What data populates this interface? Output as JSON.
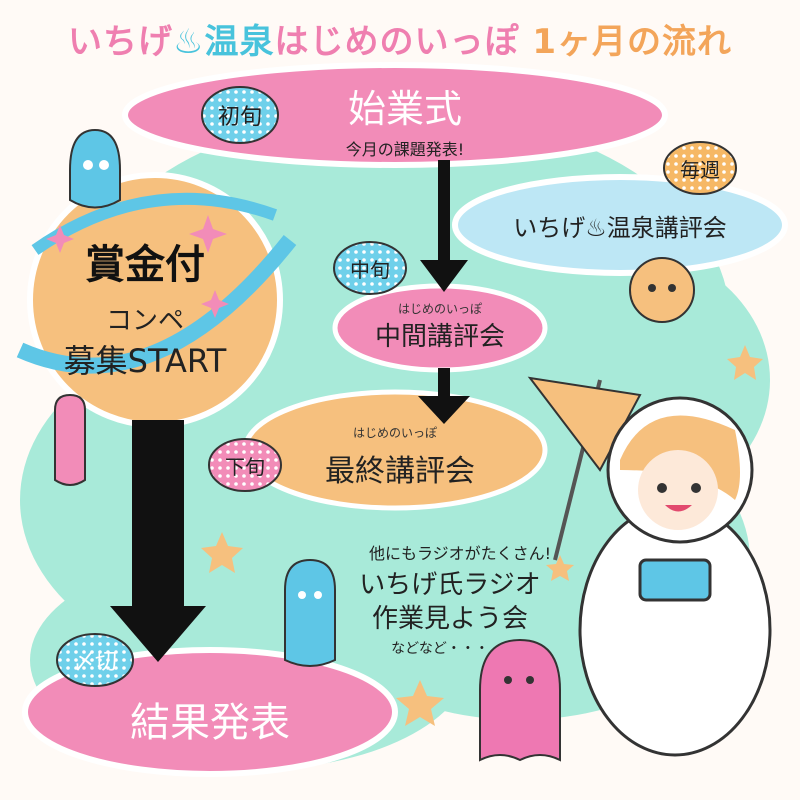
{
  "title": {
    "part1": "いちげ",
    "part2": "♨温泉",
    "part3": "はじめのいっぽ",
    "part4": "1ヶ月の流れ"
  },
  "early": {
    "badge": "初旬",
    "heading": "始業式",
    "sub": "今月の課題発表!"
  },
  "weekly": {
    "badge": "毎週",
    "label": "いちげ♨温泉講評会"
  },
  "mid": {
    "badge": "中旬",
    "ruby": "はじめのいっぽ",
    "label": "中間講評会"
  },
  "late": {
    "badge": "下旬",
    "ruby": "はじめのいっぽ",
    "label": "最終講評会"
  },
  "contest": {
    "line1": "賞金付",
    "line2": "コンペ",
    "line3": "募集START"
  },
  "deadline": {
    "badge": "〆切",
    "label": "結果発表"
  },
  "others": {
    "line1": "他にもラジオがたくさん!",
    "line2": "いちげ氏ラジオ",
    "line3": "作業見よう会",
    "line4": "などなど・・・"
  },
  "colors": {
    "mint": "#a8ead9",
    "pink": "#f28cb8",
    "sky": "#bde7f5",
    "orange": "#f6c07e",
    "blue": "#5ec6e6"
  }
}
